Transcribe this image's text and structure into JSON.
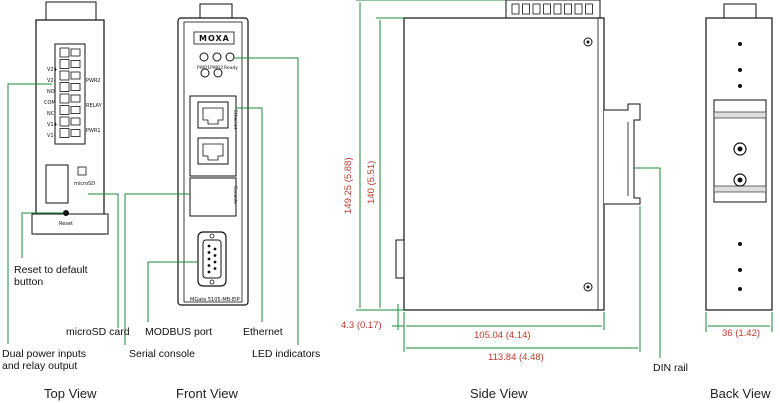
{
  "views": {
    "top": "Top View",
    "front": "Front View",
    "side": "Side View",
    "back": "Back View"
  },
  "callouts": {
    "reset": "Reset to default\nbutton",
    "microsd": "microSD card",
    "dual_power": "Dual power inputs\nand relay output",
    "modbus": "MODBUS port",
    "serial": "Serial console",
    "ethernet": "Ethernet",
    "led": "LED indicators",
    "din": "DIN rail"
  },
  "device_labels": {
    "brand": "MOXA",
    "model": "MGate 5105-MB-EIP",
    "led_pwr1": "PWR1",
    "led_pwr2": "PWR2",
    "led_ready": "Ready",
    "terminal_pwr2": "PWR2",
    "terminal_relay": "RELAY",
    "terminal_pwr1": "PWR1",
    "term_v2plus": "V2+",
    "term_v2minus": "V2-",
    "term_no": "NO",
    "term_com": "COM",
    "term_nc": "NC",
    "term_v1plus": "V1+",
    "term_v1minus": "V1-",
    "microsd_label": "microSD",
    "reset_label": "Reset",
    "eth_label": "Ethernet",
    "console_label": "Console"
  },
  "dimensions": {
    "height_total": "149.25 (5.88)",
    "height_body": "140 (5.51)",
    "offset": "4.3 (0.17)",
    "depth_body": "105.04 (4.14)",
    "depth_total": "113.84 (4.48)",
    "width": "36 (1.42)"
  },
  "colors": {
    "callout_line": "#1a8a3a",
    "dimension": "#c0392b",
    "outline": "#111111"
  }
}
